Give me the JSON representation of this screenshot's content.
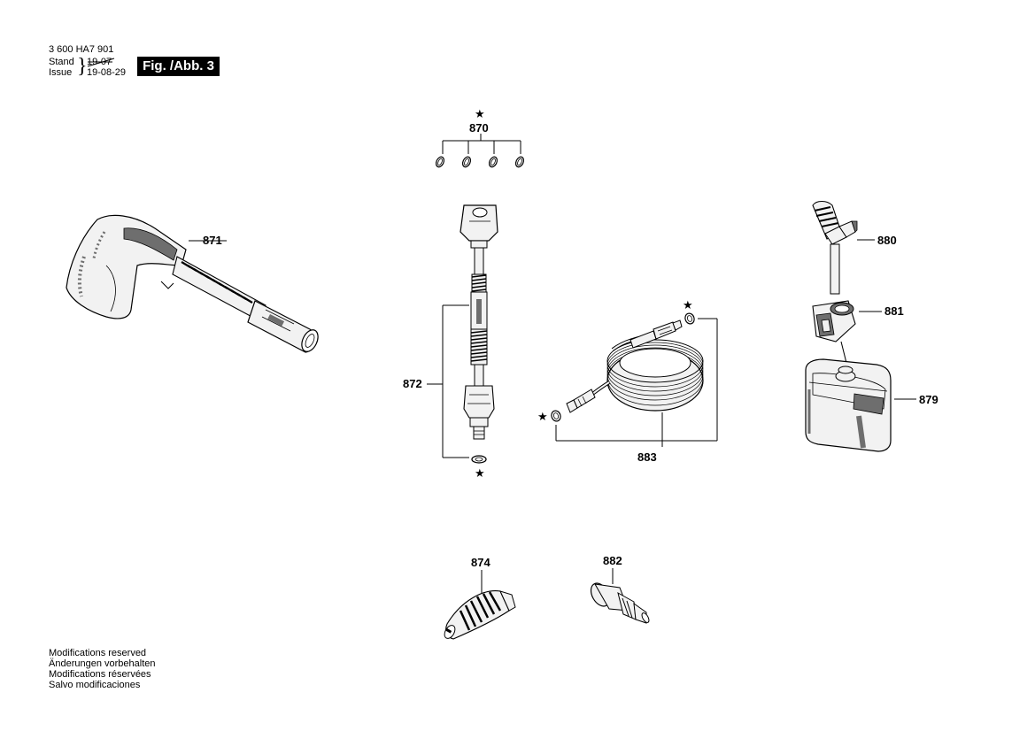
{
  "header": {
    "doc_number": "3 600 HA7 901",
    "stand_label": "Stand",
    "issue_label": "Issue",
    "old_date": "19-07",
    "new_date": "19-08-29",
    "figure_label": "Fig. /Abb. 3"
  },
  "footer_notes": [
    "Modifications reserved",
    "Änderungen vorbehalten",
    "Modifications réservées",
    "Salvo modificaciones"
  ],
  "parts": {
    "p870": "870",
    "p871": "871",
    "p872": "872",
    "p874": "874",
    "p879": "879",
    "p880": "880",
    "p881": "881",
    "p882": "882",
    "p883": "883"
  },
  "star_symbol": "★",
  "colors": {
    "ink": "#000000",
    "part_fill": "#f2f2f2",
    "part_shade": "#6e6e6e"
  }
}
